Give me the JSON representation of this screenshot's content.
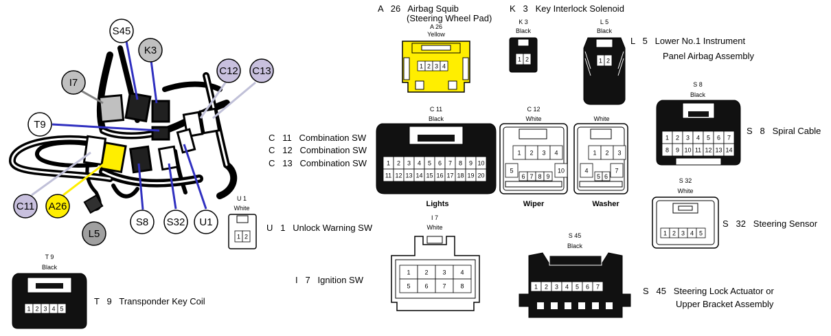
{
  "callouts": [
    {
      "id": "s45",
      "text": "S45",
      "fill": "#ffffff"
    },
    {
      "id": "k3",
      "text": "K3",
      "fill": "#c0c0c0"
    },
    {
      "id": "i7",
      "text": "I7",
      "fill": "#c0c0c0"
    },
    {
      "id": "c12",
      "text": "C12",
      "fill": "#c8c0de"
    },
    {
      "id": "c13",
      "text": "C13",
      "fill": "#c8c0de"
    },
    {
      "id": "t9",
      "text": "T9",
      "fill": "#ffffff"
    },
    {
      "id": "c11",
      "text": "C11",
      "fill": "#c8c0de"
    },
    {
      "id": "a26",
      "text": "A26",
      "fill": "#ffee00"
    },
    {
      "id": "l5",
      "text": "L5",
      "fill": "#a0a0a0"
    },
    {
      "id": "s8",
      "text": "S8",
      "fill": "#ffffff"
    },
    {
      "id": "s32",
      "text": "S32",
      "fill": "#ffffff"
    },
    {
      "id": "u1",
      "text": "U1",
      "fill": "#ffffff"
    }
  ],
  "labels": {
    "a26_line1": "A   26   Airbag Squib",
    "a26_line2": "(Steering Wheel Pad)",
    "k3": "K   3   Key Interlock Solenoid",
    "l5_line1": "L   5   Lower No.1 Instrument",
    "l5_line2": "Panel Airbag Assembly",
    "c11": "C   11   Combination SW",
    "c12": "C   12   Combination SW",
    "c13": "C   13   Combination SW",
    "s8": "S   8   Spiral Cable",
    "s32": "S   32   Steering Sensor",
    "u1": "U   1   Unlock Warning SW",
    "i7": "I   7   Ignition SW",
    "s45_line1": "S   45   Steering Lock Actuator or",
    "s45_line2": "Upper Bracket Assembly",
    "t9": "T   9   Transponder Key Coil"
  },
  "connectors": {
    "a26": {
      "code": "A 26",
      "color": "Yellow",
      "pins": [
        "1",
        "2",
        "3",
        "4"
      ]
    },
    "k3": {
      "code": "K 3",
      "color": "Black",
      "pins": [
        "1",
        "2"
      ]
    },
    "l5": {
      "code": "L 5",
      "color": "Black",
      "pins": [
        "1",
        "2"
      ]
    },
    "c11": {
      "code": "C 11",
      "color": "Black",
      "caption": "Lights",
      "pins": [
        "1",
        "2",
        "3",
        "4",
        "5",
        "6",
        "7",
        "8",
        "9",
        "10",
        "11",
        "12",
        "13",
        "14",
        "15",
        "16",
        "17",
        "18",
        "19",
        "20"
      ]
    },
    "c12": {
      "code": "C 12",
      "color": "White",
      "caption": "Wiper",
      "pins": [
        "1",
        "2",
        "3",
        "4",
        "5",
        "10",
        "6",
        "7",
        "8",
        "9"
      ]
    },
    "c13": {
      "code": "",
      "color": "White",
      "caption": "Washer",
      "pins": [
        "1",
        "2",
        "3",
        "4",
        "7",
        "5",
        "6"
      ]
    },
    "s8": {
      "code": "S 8",
      "color": "Black",
      "pins": [
        "1",
        "2",
        "3",
        "4",
        "5",
        "6",
        "7",
        "8",
        "9",
        "10",
        "11",
        "12",
        "13",
        "14"
      ]
    },
    "s32": {
      "code": "S 32",
      "color": "White",
      "pins": [
        "1",
        "2",
        "3",
        "4",
        "5"
      ]
    },
    "u1": {
      "code": "U 1",
      "color": "White",
      "pins": [
        "1",
        "2"
      ]
    },
    "i7": {
      "code": "I 7",
      "color": "White",
      "pins": [
        "1",
        "2",
        "3",
        "4",
        "5",
        "6",
        "7",
        "8"
      ]
    },
    "s45": {
      "code": "S 45",
      "color": "Black",
      "pins": [
        "1",
        "2",
        "3",
        "4",
        "5",
        "6",
        "7"
      ]
    },
    "t9": {
      "code": "T 9",
      "color": "Black",
      "pins": [
        "1",
        "2",
        "3",
        "4",
        "5"
      ]
    }
  }
}
